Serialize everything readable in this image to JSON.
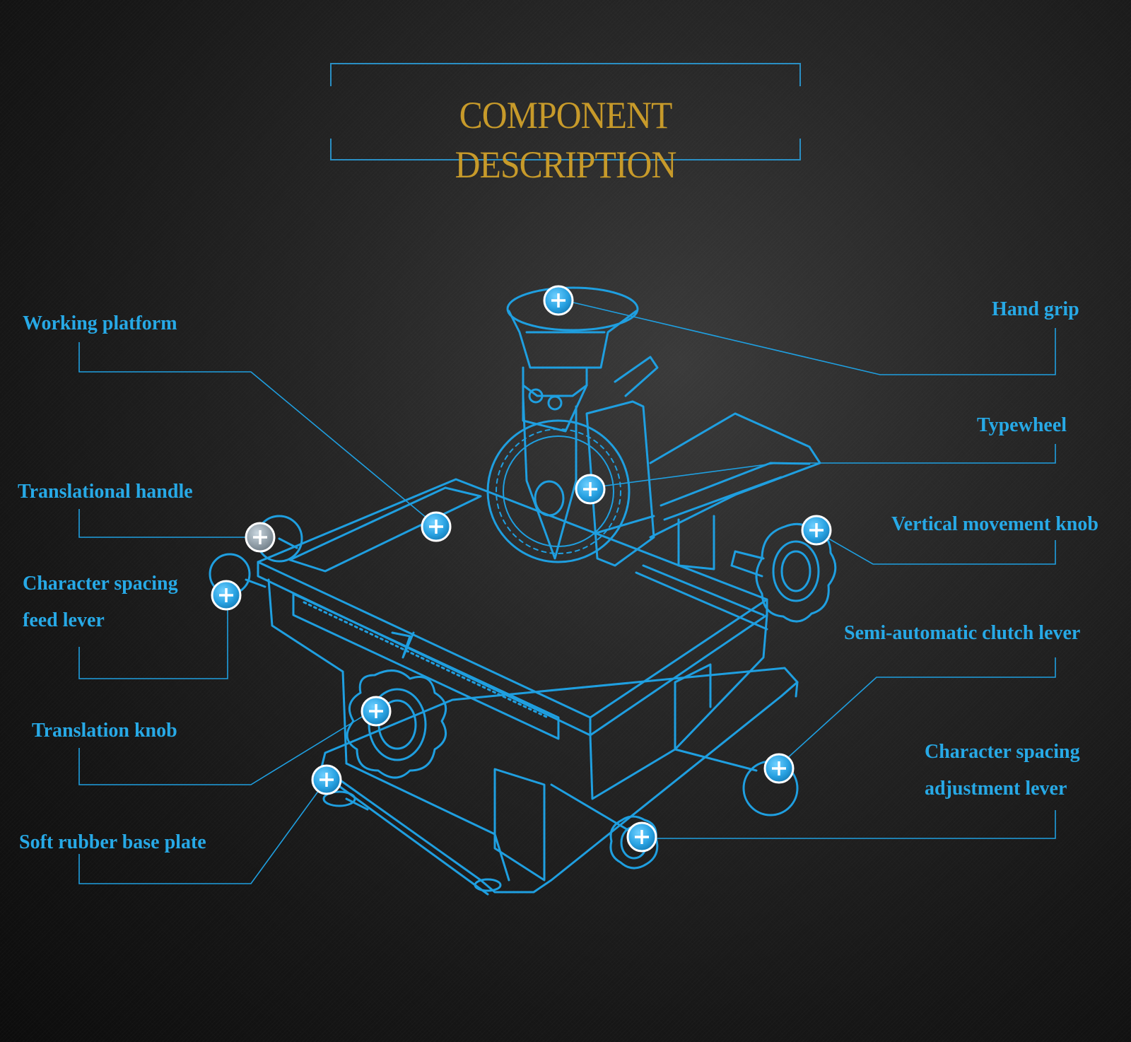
{
  "title": "COMPONENT DESCRIPTION",
  "colors": {
    "title_gold": "#c79a2a",
    "label_blue": "#27a9e6",
    "line_blue": "#1f9fe0",
    "marker_fill": "#2aa3e3",
    "background": "#1a1a1a"
  },
  "labels": {
    "working_platform": "Working platform",
    "translational_handle": "Translational handle",
    "character_spacing_feed_lever": {
      "line1": "Character spacing",
      "line2": "feed lever"
    },
    "translation_knob": "Translation knob",
    "soft_rubber_base_plate": "Soft rubber base plate",
    "hand_grip": "Hand grip",
    "typewheel": "Typewheel",
    "vertical_movement_knob": "Vertical movement knob",
    "semi_automatic_clutch_lever": "Semi-automatic clutch lever",
    "character_spacing_adjustment_lever": {
      "line1": "Character spacing",
      "line2": "adjustment lever"
    }
  },
  "marker_icon": "plus-circle-icon"
}
